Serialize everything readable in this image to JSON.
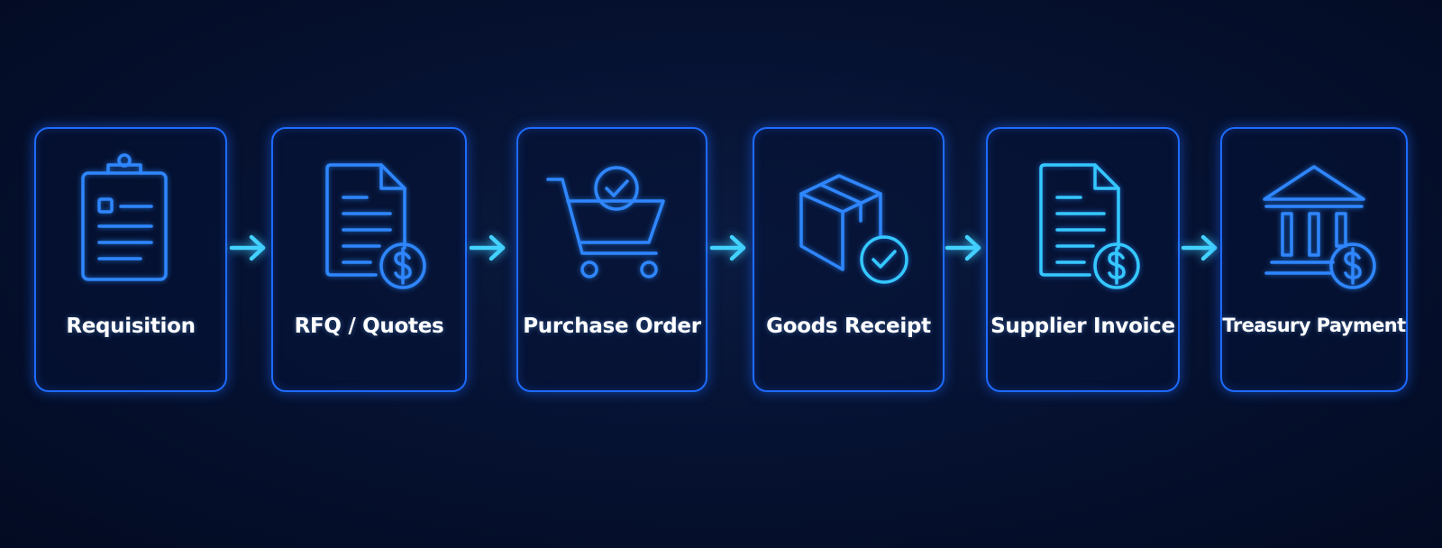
{
  "diagram": {
    "steps": [
      {
        "label": "Requisition",
        "icon": "clipboard-icon"
      },
      {
        "label": "RFQ / Quotes",
        "icon": "document-dollar-icon"
      },
      {
        "label": "Purchase Order",
        "icon": "cart-check-icon"
      },
      {
        "label": "Goods Receipt",
        "icon": "box-check-icon"
      },
      {
        "label": "Supplier Invoice",
        "icon": "invoice-dollar-icon"
      },
      {
        "label": "Treasury Payment",
        "icon": "bank-dollar-icon"
      }
    ],
    "arrow_icon": "right-arrow-icon",
    "colors": {
      "background": "#040d28",
      "card_border": "#1e6bff",
      "icon_stroke_blue": "#2f86ff",
      "icon_stroke_cyan": "#35c8ff",
      "arrow": "#43d2ff",
      "label": "#ffffff"
    }
  }
}
